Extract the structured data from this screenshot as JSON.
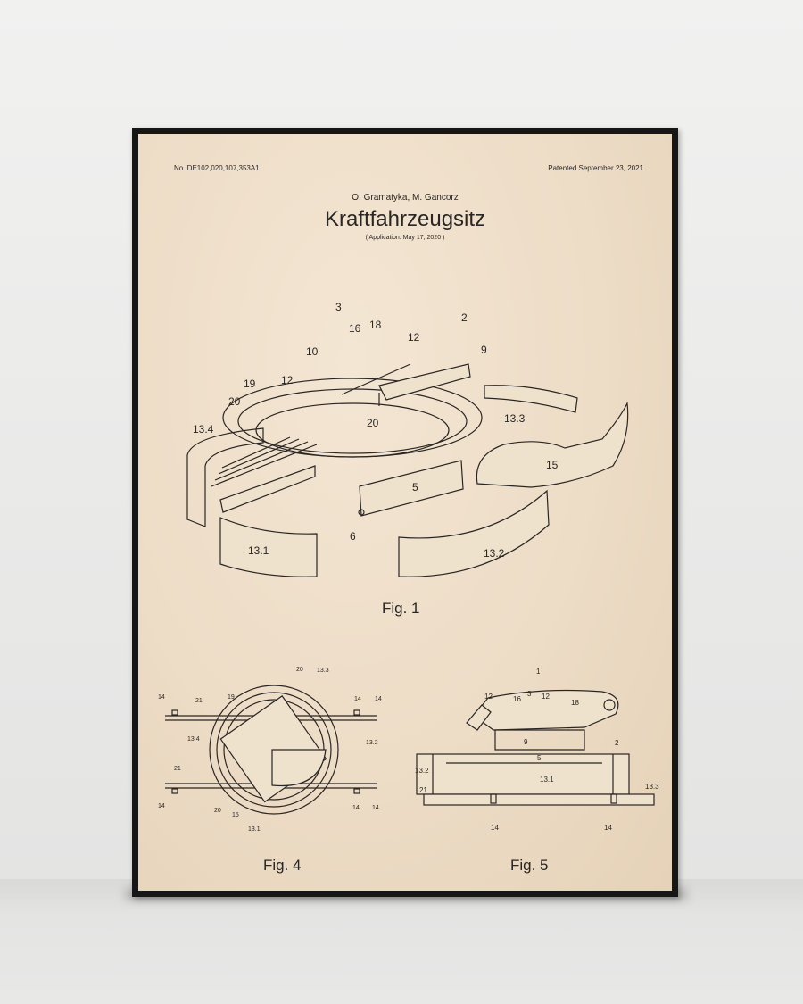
{
  "poster": {
    "patent_number": "No. DE102,020,107,353A1",
    "patented_date": "Patented September 23, 2021",
    "authors": "O. Gramatyka, M. Gancorz",
    "title": "Kraftfahrzeugsitz",
    "application": "( Application: May 17, 2020 )"
  },
  "fig1": {
    "caption": "Fig. 1",
    "labels": [
      "3",
      "16",
      "18",
      "12",
      "2",
      "10",
      "9",
      "12",
      "19",
      "20",
      "13.4",
      "13.3",
      "20",
      "15",
      "5",
      "6",
      "13.1",
      "13.2"
    ]
  },
  "fig4": {
    "caption": "Fig. 4",
    "labels": [
      "20",
      "13.3",
      "14",
      "21",
      "19",
      "14",
      "14",
      "13.4",
      "13.2",
      "21",
      "14",
      "20",
      "15",
      "13.1",
      "14",
      "14"
    ]
  },
  "fig5": {
    "caption": "Fig. 5",
    "labels": [
      "1",
      "12",
      "16",
      "3",
      "12",
      "18",
      "9",
      "2",
      "5",
      "13.2",
      "13.1",
      "13.3",
      "21",
      "14",
      "14"
    ]
  }
}
